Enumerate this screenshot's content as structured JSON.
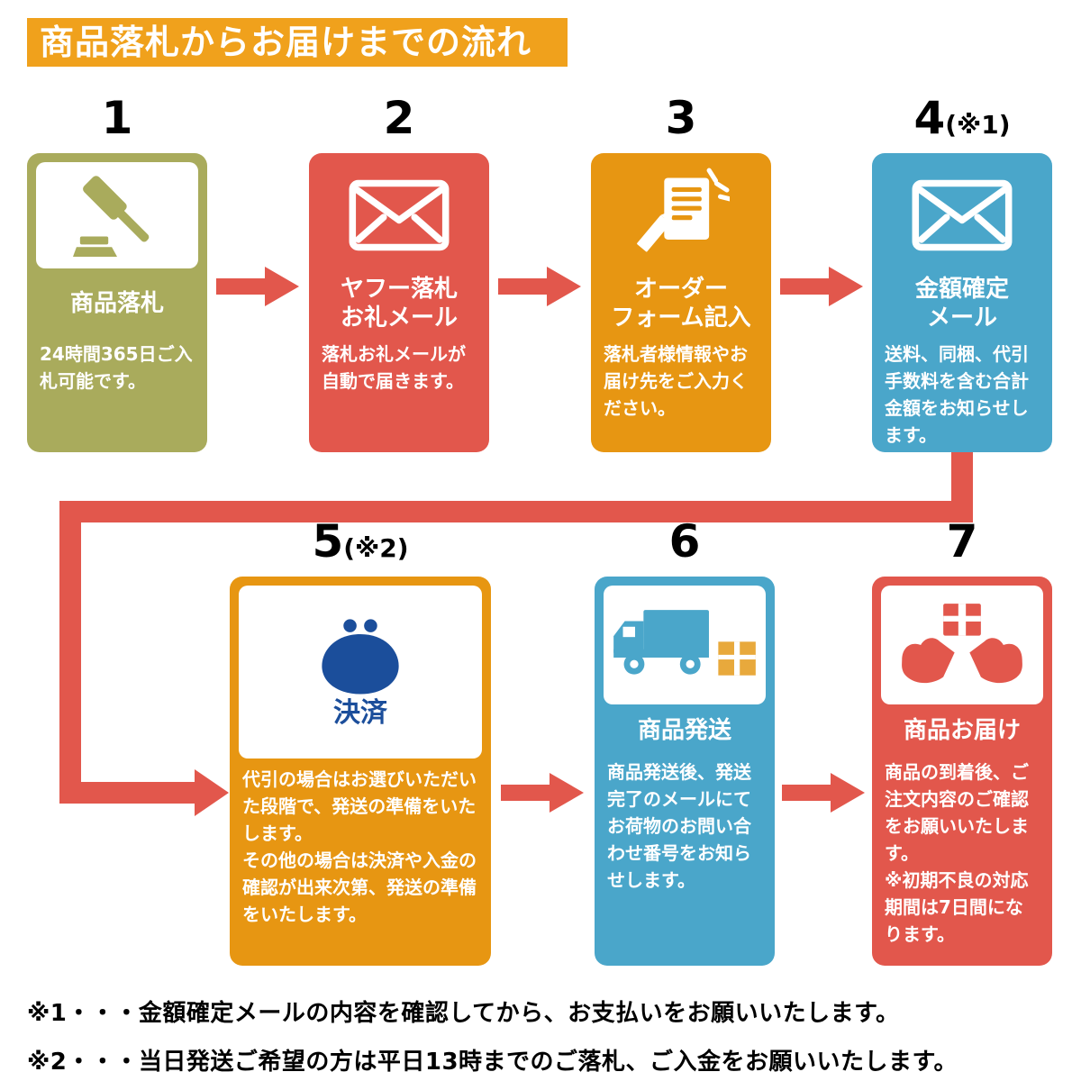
{
  "colors": {
    "header_bg": "#f0a11c",
    "olive": "#a9ab5c",
    "coral": "#e2574c",
    "orange": "#e79612",
    "blue": "#4aa6ca",
    "navy": "#1b4e9b",
    "arrow": "#e2574c",
    "parcel_orange": "#e8a93c"
  },
  "header": {
    "title": "商品落札からお届けまでの流れ"
  },
  "steps": [
    {
      "number": "1",
      "icon": "gavel-icon",
      "title": "商品落札",
      "description": "24時間365日ご入札可能です。"
    },
    {
      "number": "2",
      "icon": "mail-icon",
      "title": "ヤフー落札\nお礼メール",
      "description": "落札お礼メールが自動で届きます。"
    },
    {
      "number": "3",
      "icon": "order-form-icon",
      "title": "オーダー\nフォーム記入",
      "description": "落札者様情報やお届け先をご入力ください。"
    },
    {
      "number": "4",
      "number_note": "(※1)",
      "icon": "mail-icon",
      "title": "金額確定\nメール",
      "description": "送料、同梱、代引手数料を含む合計金額をお知らせします。"
    },
    {
      "number": "5",
      "number_note": "(※2)",
      "icon": "coin-purse-icon",
      "title": "決済",
      "description": "代引の場合はお選びいただいた段階で、発送の準備をいたします。\nその他の場合は決済や入金の確認が出来次第、発送の準備をいたします。"
    },
    {
      "number": "6",
      "icon": "truck-icon",
      "title": "商品発送",
      "description": "商品発送後、発送完了のメールにてお荷物のお問い合わせ番号をお知らせします。"
    },
    {
      "number": "7",
      "icon": "hands-delivery-icon",
      "title": "商品お届け",
      "description": "商品の到着後、ご注文内容のご確認をお願いいたします。\n※初期不良の対応期間は7日間になります。"
    }
  ],
  "notes": [
    "※1・・・金額確定メールの内容を確認してから、お支払いをお願いいたします。",
    "※2・・・当日発送ご希望の方は平日13時までのご落札、ご入金をお願いいたします。"
  ]
}
